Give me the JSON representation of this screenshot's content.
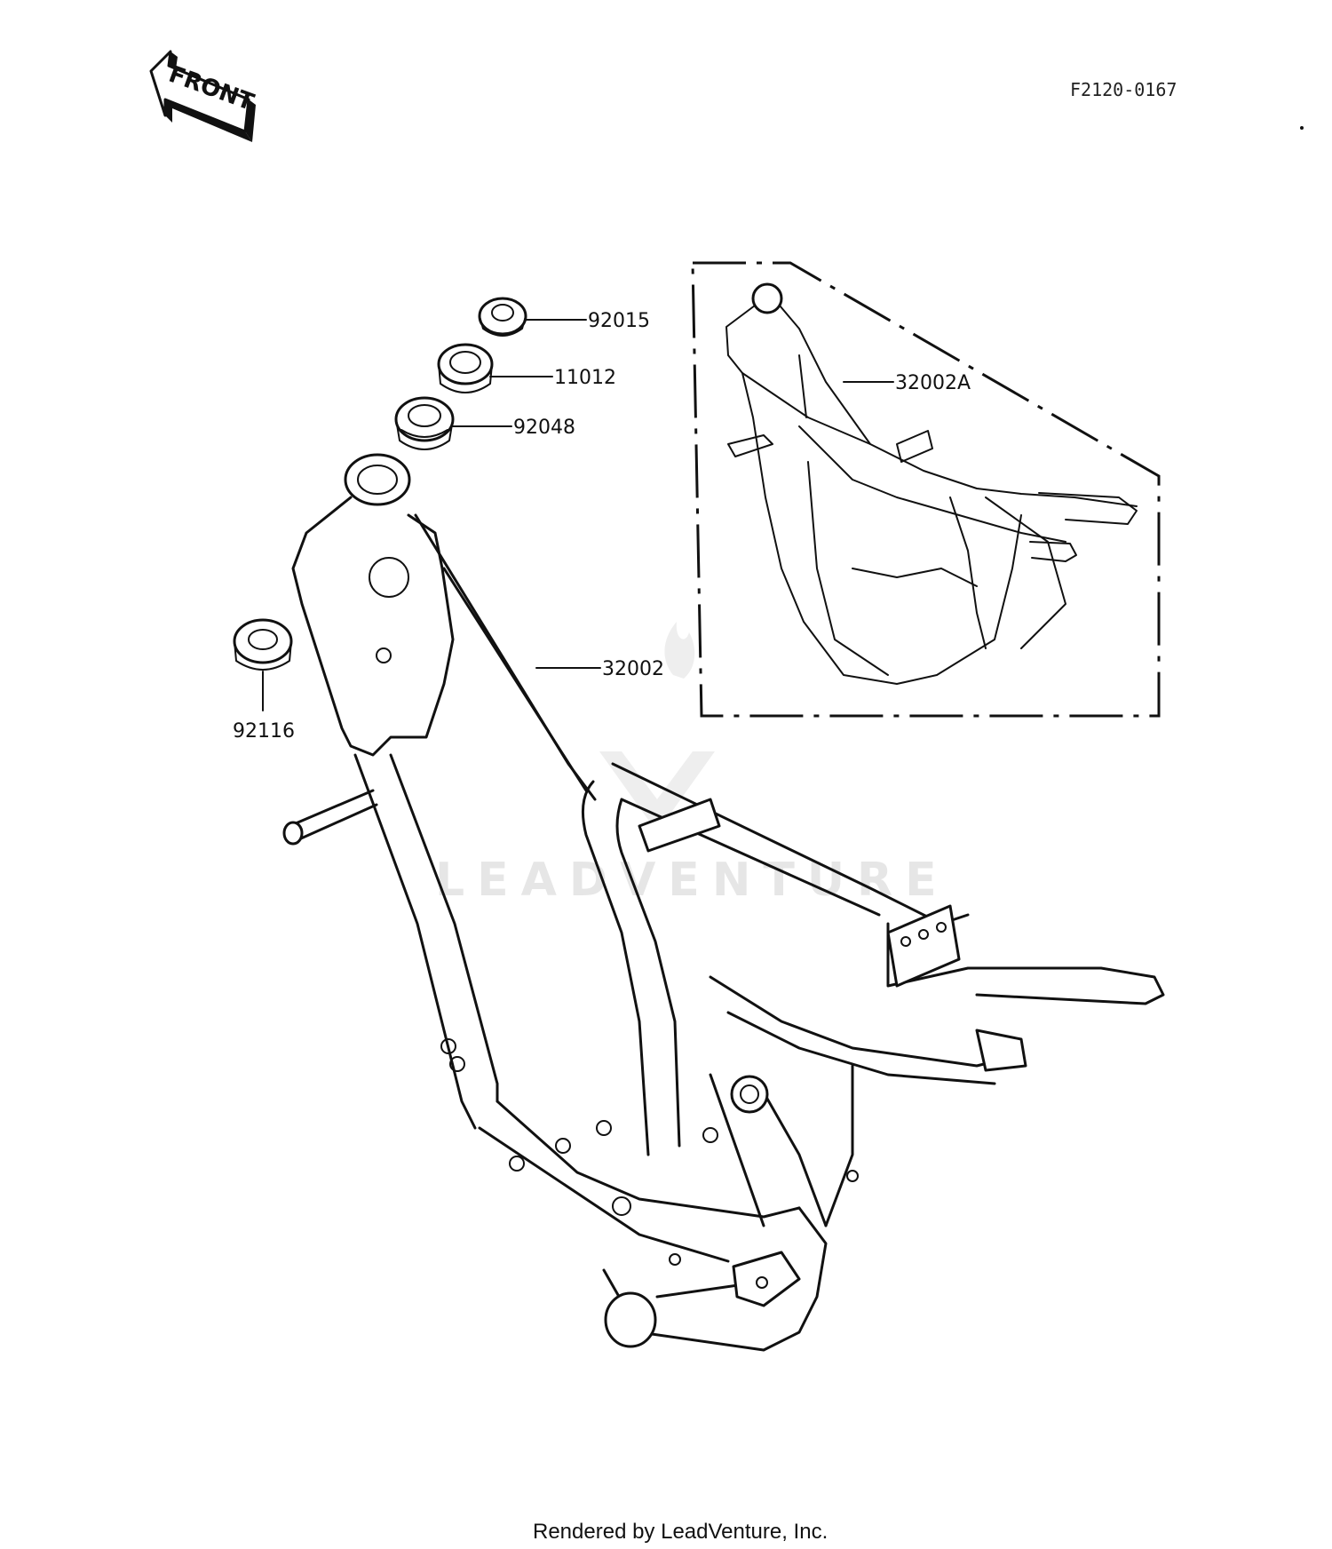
{
  "header": {
    "front_label": "FRONT",
    "diagram_code": "F2120-0167"
  },
  "parts": [
    {
      "id": "92015",
      "label": "92015"
    },
    {
      "id": "11012",
      "label": "11012"
    },
    {
      "id": "92048",
      "label": "92048"
    },
    {
      "id": "92116",
      "label": "92116"
    },
    {
      "id": "32002",
      "label": "32002"
    },
    {
      "id": "32002A",
      "label": "32002A"
    }
  ],
  "watermark": {
    "text": "LEADVENTURE"
  },
  "footer": {
    "rendered_by": "Rendered by LeadVenture, Inc."
  },
  "icons": {
    "front_arrow": "front-arrow-icon",
    "watermark_logo": "flame-v-logo"
  }
}
